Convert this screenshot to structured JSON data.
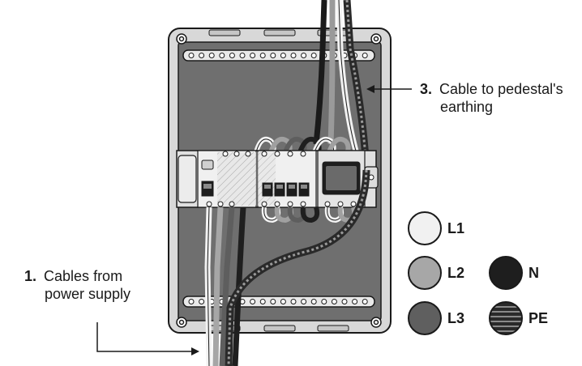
{
  "callouts": [
    {
      "number": "1.",
      "line1": "Cables from",
      "line2": "power supply"
    },
    {
      "number": "3.",
      "line1": "Cable to pedestal's",
      "line2": "earthing"
    }
  ],
  "legend": [
    {
      "label": "L1",
      "color": "#f1f1f1"
    },
    {
      "label": "L2",
      "color": "#a7a7a7"
    },
    {
      "label": "L3",
      "color": "#5f5f5f"
    },
    {
      "label": "N",
      "color": "#1e1e1e"
    },
    {
      "label": "PE",
      "color": "#4a4a4a",
      "striped": true
    }
  ],
  "colors": {
    "box_outer": "#d8d8d8",
    "box_inner": "#6f6f6f",
    "outline": "#1a1a1a"
  }
}
